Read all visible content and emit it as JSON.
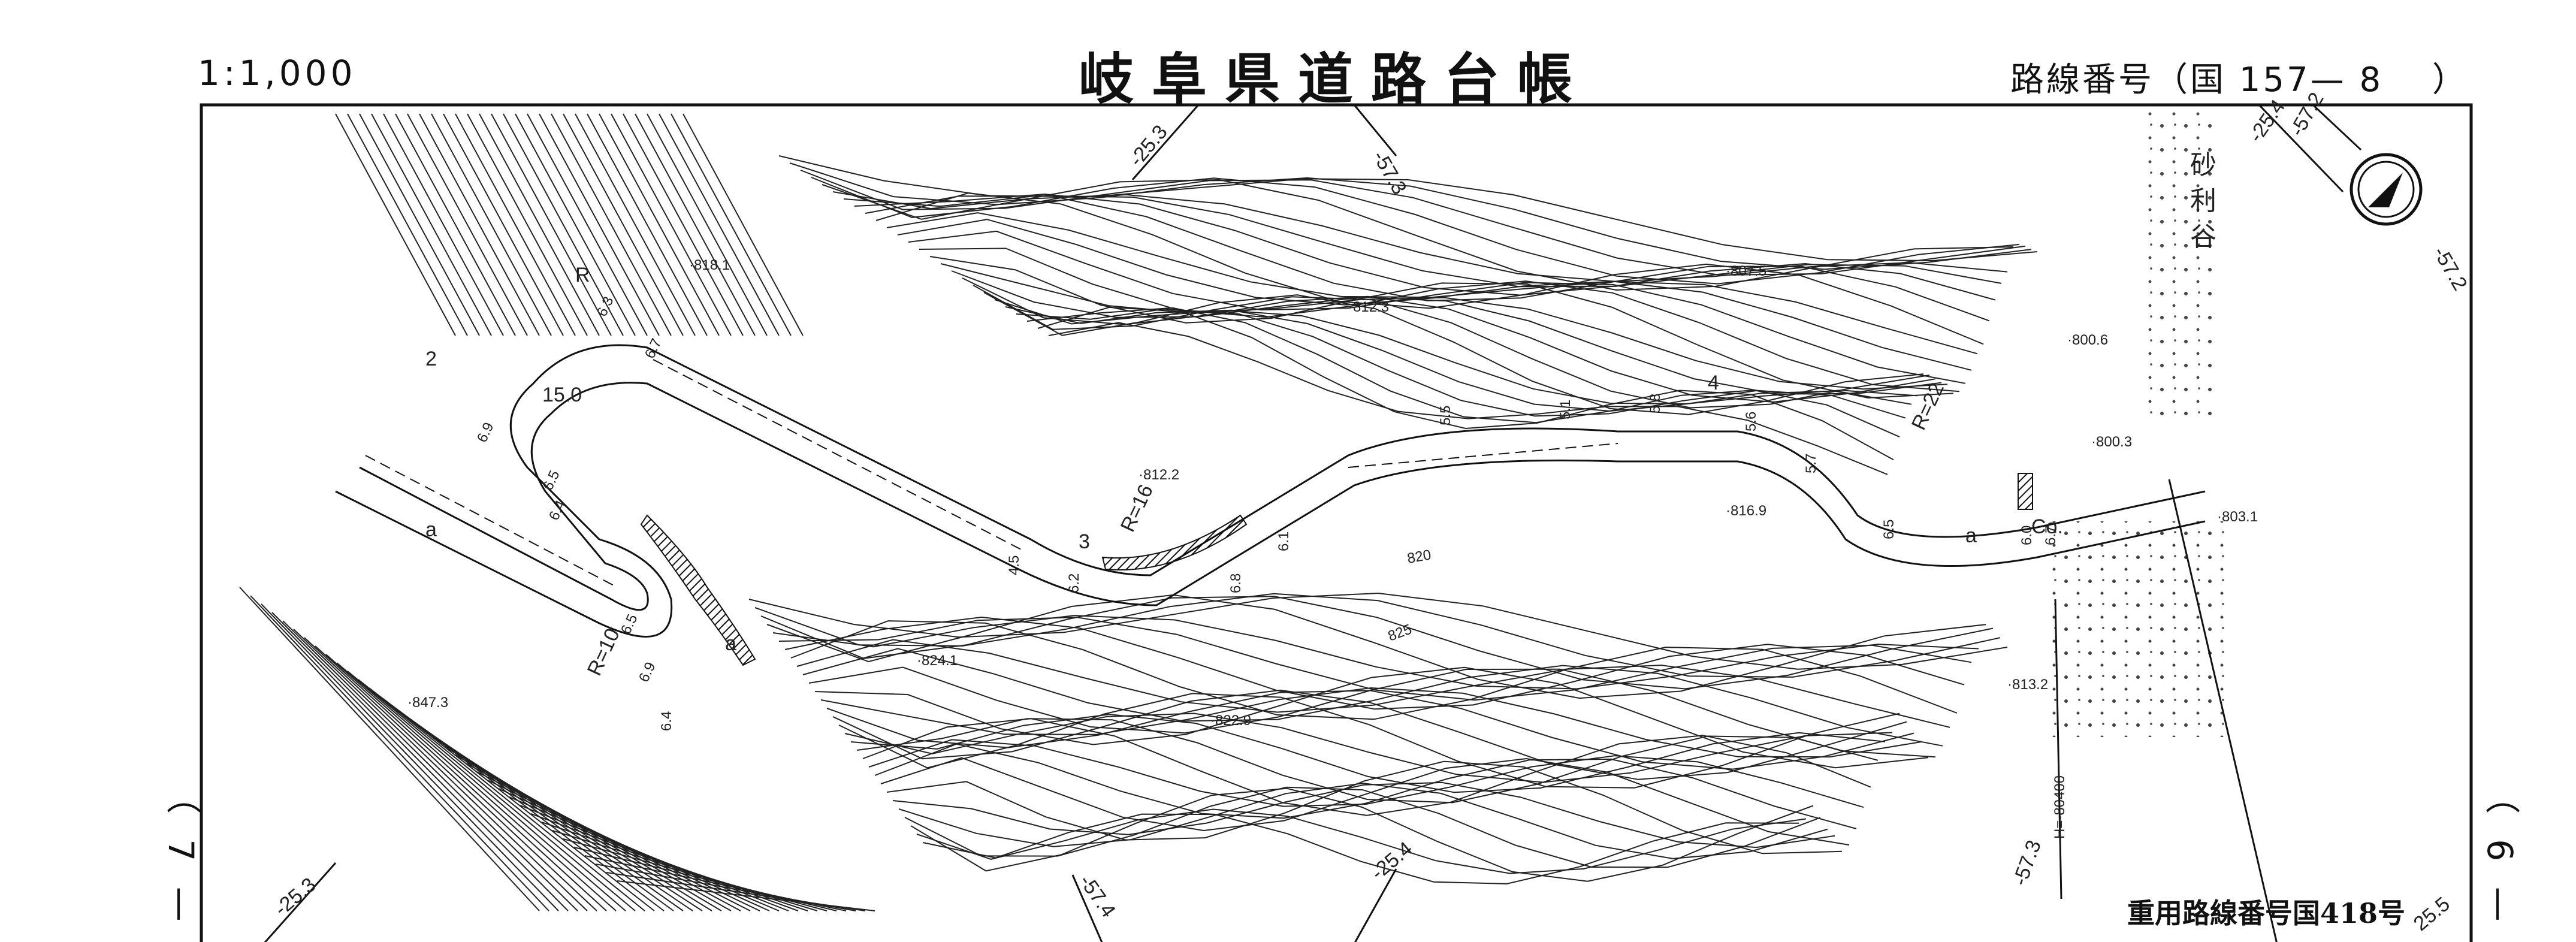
{
  "header": {
    "scale": "1:1,000",
    "title": "岐阜県道路台帳",
    "route_label": "路線番号（国 157— 8　 ）"
  },
  "side": {
    "left_page": "（ 7 —",
    "right_page": "（ 6 —"
  },
  "footer": {
    "emergency_route": "重用路線番号国418号"
  },
  "map": {
    "north_arrow_icon": "north-arrow-icon",
    "grid_labels": [
      "-25.3",
      "-57.3",
      "-25.4",
      "-57.2",
      "-57.2",
      "-25.3",
      "-57.4",
      "-25.4",
      "-57.3",
      "25.5"
    ],
    "spot_heights": [
      "818.1",
      "812.3",
      "807.5",
      "812.2",
      "816.9",
      "800.6",
      "800.3",
      "803.1",
      "824.1",
      "822.9",
      "847.3",
      "813.2"
    ],
    "contour_labels": [
      "820",
      "825"
    ],
    "curve_labels": [
      "R=16",
      "R=10",
      "R=22",
      "R"
    ],
    "place_name": "砂利谷",
    "misc_labels": [
      "3",
      "4",
      "2",
      "a",
      "a",
      "a",
      "Co.",
      "15.0"
    ],
    "coordinate_label": "H=-80400",
    "widths": [
      "6.3",
      "6.7",
      "6.9",
      "6.5",
      "6.4",
      "6.5",
      "6.9",
      "5.5",
      "5.1",
      "5.8",
      "5.6",
      "5.7",
      "6.5",
      "6.8",
      "6.1",
      "6.0",
      "6.7",
      "4.5",
      "6.2",
      "6.4"
    ]
  },
  "colors": {
    "ink": "#111111",
    "paper": "#ffffff"
  }
}
